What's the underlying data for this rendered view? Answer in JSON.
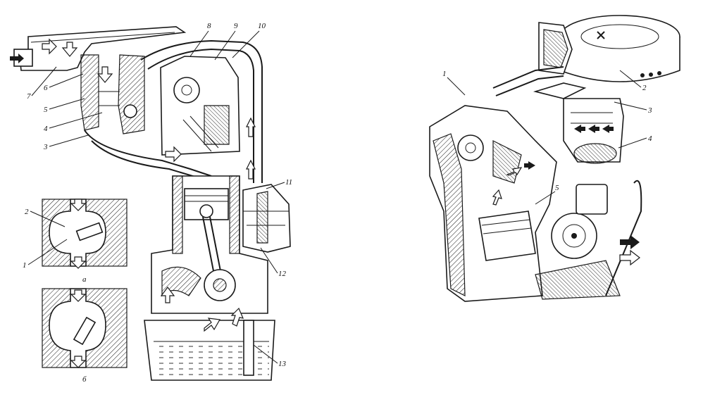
{
  "figure": {
    "left_engine_labels": [
      "1",
      "2",
      "3",
      "4",
      "5",
      "6",
      "7",
      "8",
      "9",
      "10",
      "11",
      "12",
      "13"
    ],
    "inset_labels": {
      "a": "а",
      "b": "б"
    },
    "right_engine_labels": [
      "1",
      "2",
      "3",
      "4",
      "5"
    ],
    "legend": {
      "solid_arrow": "solid-arrow-icon",
      "hollow_arrow": "hollow-arrow-icon"
    },
    "colors": {
      "ink": "#1a1a1a",
      "paper": "#ffffff"
    }
  }
}
